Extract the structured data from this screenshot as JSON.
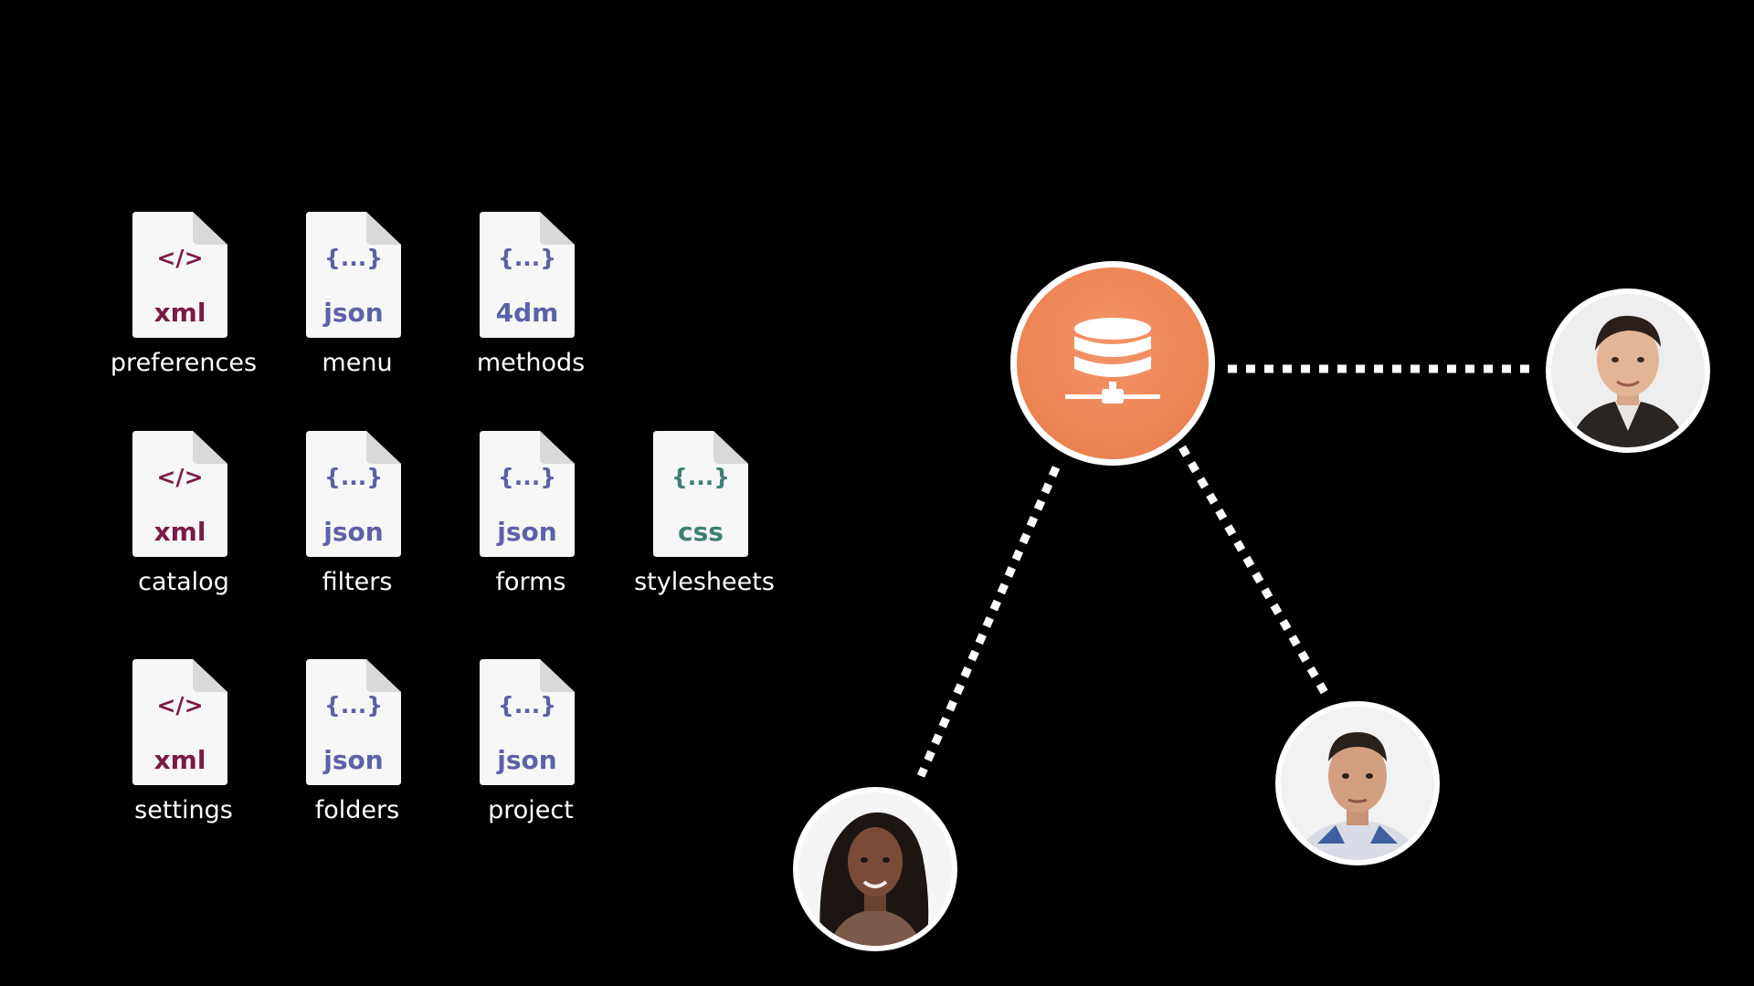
{
  "file_groups": [
    {
      "label": "preferences",
      "extension": "xml",
      "glyph": "</>",
      "color": "#7a1a46"
    },
    {
      "label": "menu",
      "extension": "json",
      "glyph": "{...}",
      "color": "#5b62a8"
    },
    {
      "label": "methods",
      "extension": "4dm",
      "glyph": "{...}",
      "color": "#5b62a8"
    },
    {
      "label": "catalog",
      "extension": "xml",
      "glyph": "</>",
      "color": "#7a1a46"
    },
    {
      "label": "filters",
      "extension": "json",
      "glyph": "{...}",
      "color": "#5b62a8"
    },
    {
      "label": "forms",
      "extension": "json",
      "glyph": "{...}",
      "color": "#5b62a8"
    },
    {
      "label": "stylesheets",
      "extension": "css",
      "glyph": "{...}",
      "color": "#3f7f74"
    },
    {
      "label": "settings",
      "extension": "xml",
      "glyph": "</>",
      "color": "#7a1a46"
    },
    {
      "label": "folders",
      "extension": "json",
      "glyph": "{...}",
      "color": "#5b62a8"
    },
    {
      "label": "project",
      "extension": "json",
      "glyph": "{...}",
      "color": "#5b62a8"
    }
  ],
  "network": {
    "server_icon": "database-server-icon",
    "server_color": "#ee8656",
    "link_style": "dotted-white",
    "users": [
      {
        "id": "user-man-suit",
        "icon": "user-avatar-icon"
      },
      {
        "id": "user-young-man",
        "icon": "user-avatar-icon"
      },
      {
        "id": "user-woman",
        "icon": "user-avatar-icon"
      }
    ]
  }
}
